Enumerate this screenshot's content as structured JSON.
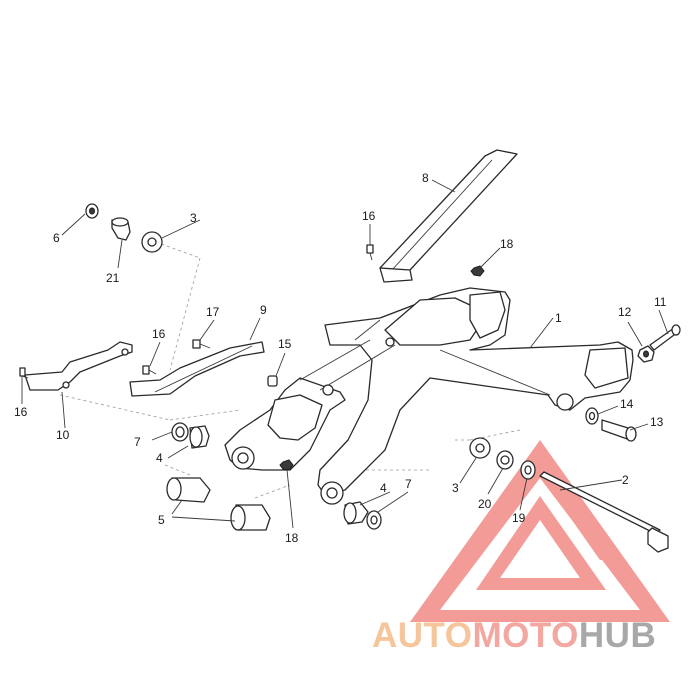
{
  "diagram": {
    "callouts": [
      "1",
      "2",
      "3",
      "3",
      "4",
      "4",
      "5",
      "6",
      "7",
      "7",
      "8",
      "9",
      "10",
      "11",
      "12",
      "13",
      "14",
      "15",
      "16",
      "16",
      "16",
      "17",
      "18",
      "18",
      "19",
      "20",
      "21"
    ]
  },
  "watermark": {
    "part1": "AUTO",
    "part2": "MOTO",
    "part3": "HUB",
    "colors": {
      "auto": "#f5c59b",
      "moto": "#f2a8a1",
      "hub": "#a8a8a8",
      "triangle": "#f08a86"
    }
  }
}
